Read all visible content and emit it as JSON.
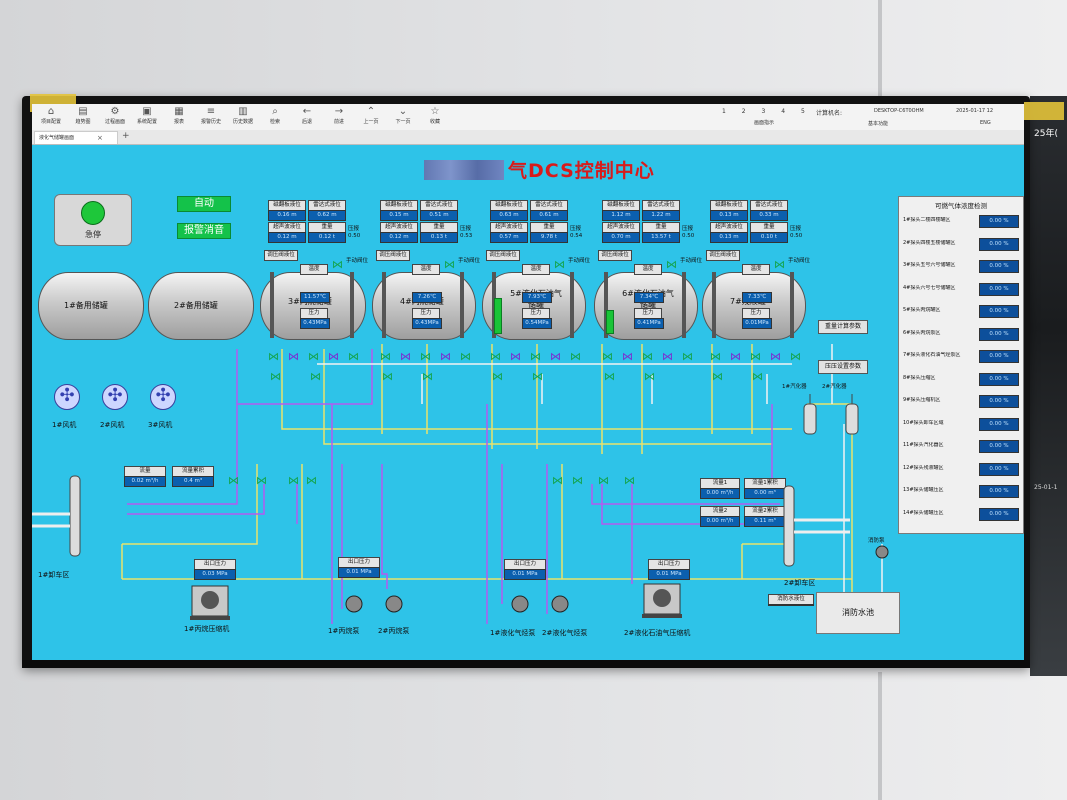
{
  "toolbar": {
    "items": [
      {
        "label": "项目配置",
        "icon": "home-icon"
      },
      {
        "label": "趋势图",
        "icon": "trend-icon"
      },
      {
        "label": "过程画面",
        "icon": "process-icon"
      },
      {
        "label": "系统配置",
        "icon": "system-icon"
      },
      {
        "label": "报表",
        "icon": "report-icon"
      },
      {
        "label": "报警历史",
        "icon": "alarm-history-icon"
      },
      {
        "label": "历史数据",
        "icon": "history-icon"
      },
      {
        "label": "检索",
        "icon": "search-icon"
      },
      {
        "label": "后退",
        "icon": "back-icon"
      },
      {
        "label": "前进",
        "icon": "forward-icon"
      },
      {
        "label": "上一页",
        "icon": "page-up-icon"
      },
      {
        "label": "下一页",
        "icon": "page-down-icon"
      },
      {
        "label": "收藏",
        "icon": "favorite-icon"
      }
    ],
    "page_numbers": [
      "1",
      "2",
      "3",
      "4",
      "5"
    ],
    "page_label": "画面指示",
    "machine_label": "计算机名:",
    "machine_name": "DESKTOP-C6T0OHM",
    "user_label": "基本功能",
    "lang": "ENG",
    "date_partial": "2025-01-17 12"
  },
  "tab": {
    "label": "液化气储罐画面",
    "close": "×",
    "add": "+"
  },
  "title": {
    "visible": "气DCS控制中心"
  },
  "controls": {
    "estop_label": "急停",
    "auto_label": "自动",
    "alarm_reset_label": "报警消音"
  },
  "tanks": [
    {
      "name": "1#备用储罐"
    },
    {
      "name": "2#备用储罐"
    },
    {
      "name": "3#丙烷储罐",
      "temp": "11.57℃",
      "pressure": "0.43MPa",
      "mag_level": "0.16 m",
      "radar_level": "0.62 m",
      "ultra_level": "0.12 m",
      "weight": "0.12 t",
      "alarm": "0.50"
    },
    {
      "name": "4#丙烷储罐",
      "temp": "7.26℃",
      "pressure": "0.43MPa",
      "mag_level": "0.15 m",
      "radar_level": "0.51 m",
      "ultra_level": "0.12 m",
      "weight": "0.13 t",
      "alarm": "0.53"
    },
    {
      "name": "5#液化石油气储罐",
      "temp": "7.93℃",
      "pressure": "0.54MPa",
      "mag_level": "0.63 m",
      "radar_level": "0.61 m",
      "ultra_level": "0.57 m",
      "weight": "9.78 t",
      "alarm": "0.54"
    },
    {
      "name": "6#液化石油气储罐",
      "temp": "7.34℃",
      "pressure": "0.41MPa",
      "mag_level": "1.12 m",
      "radar_level": "1.22 m",
      "ultra_level": "0.70 m",
      "weight": "13.57 t",
      "alarm": "0.50"
    },
    {
      "name": "7#残液罐",
      "temp": "7.33℃",
      "pressure": "0.01MPa",
      "mag_level": "0.13 m",
      "radar_level": "0.33 m",
      "ultra_level": "0.13 m",
      "weight": "0.10 t",
      "alarm": "0.50"
    }
  ],
  "tank_labels": {
    "mag": "磁翻板液位",
    "radar": "雷达式液位",
    "ultra": "超声波液位",
    "weight": "重量",
    "temp": "温度",
    "pressure": "压力",
    "alarm": "压报",
    "valve_box": "调压阀液位",
    "manual": "手动阀位"
  },
  "fans": [
    "1#风机",
    "2#风机",
    "3#风机"
  ],
  "calc_buttons": [
    "重量计算参数",
    "压压设置参数"
  ],
  "left_flow": {
    "flow_label": "流量",
    "flow_value": "0.02 m³/h",
    "total_label": "流量累积",
    "total_value": "0.4 m³"
  },
  "right_flow": [
    {
      "label": "流量1",
      "value": "0.00 m³/h",
      "total_label": "流量1累积",
      "total_value": "0.00 m³"
    },
    {
      "label": "流量2",
      "value": "0.00 m³/h",
      "total_label": "流量2累积",
      "total_value": "0.11 m³"
    }
  ],
  "outlet_pressures": [
    {
      "label": "出口压力",
      "value": "0.03 MPa"
    },
    {
      "label": "出口压力",
      "value": "0.01 MPa"
    },
    {
      "label": "出口压力",
      "value": "0.01 MPa"
    },
    {
      "label": "出口压力",
      "value": "0.01 MPa"
    }
  ],
  "equipment": {
    "unload1": "1#卸车区",
    "unload2": "2#卸车区",
    "comp1": "1#丙烷压缩机",
    "pump1": "1#丙烷泵",
    "pump2": "2#丙烷泵",
    "lpg_pump1": "1#液化气烃泵",
    "lpg_pump2": "2#液化气烃泵",
    "comp2": "2#液化石油气压缩机",
    "fire_label": "消防水液位",
    "fire_pool": "消防水池",
    "fire_pump": "消防泵",
    "vapor1": "1#汽化器",
    "vapor2": "2#汽化器"
  },
  "gas_panel": {
    "title": "可燃气体浓度检测",
    "rows": [
      {
        "label": "1#探头二楼四楼罐区",
        "value": "0.00 %"
      },
      {
        "label": "2#探头四楼五楼储罐区",
        "value": "0.00 %"
      },
      {
        "label": "3#探头五号六号储罐区",
        "value": "0.00 %"
      },
      {
        "label": "4#探头六号七号储罐区",
        "value": "0.00 %"
      },
      {
        "label": "5#探头丙烷罐区",
        "value": "0.00 %"
      },
      {
        "label": "6#探头丙烷泵区",
        "value": "0.00 %"
      },
      {
        "label": "7#探头液化石油气烃泵区",
        "value": "0.00 %"
      },
      {
        "label": "8#探头压缩区",
        "value": "0.00 %"
      },
      {
        "label": "9#探头压缩机区",
        "value": "0.00 %"
      },
      {
        "label": "10#探头卸车区域",
        "value": "0.00 %"
      },
      {
        "label": "11#探头汽化器区",
        "value": "0.00 %"
      },
      {
        "label": "12#探头残液罐区",
        "value": "0.00 %"
      },
      {
        "label": "13#探头储罐压区",
        "value": "0.00 %"
      },
      {
        "label": "14#探头储罐压区",
        "value": "0.00 %"
      }
    ]
  },
  "side_text": {
    "year": "25年(",
    "date": "25-01-1"
  },
  "colors": {
    "screen_bg": "#2ec3e8",
    "title": "#d81b1b",
    "green": "#14c24a",
    "value_bg": "#0b5fae",
    "pipe_purple": "#b45bf0",
    "pipe_yellow": "#e9e36a",
    "pipe_white": "#f2f2f2"
  }
}
